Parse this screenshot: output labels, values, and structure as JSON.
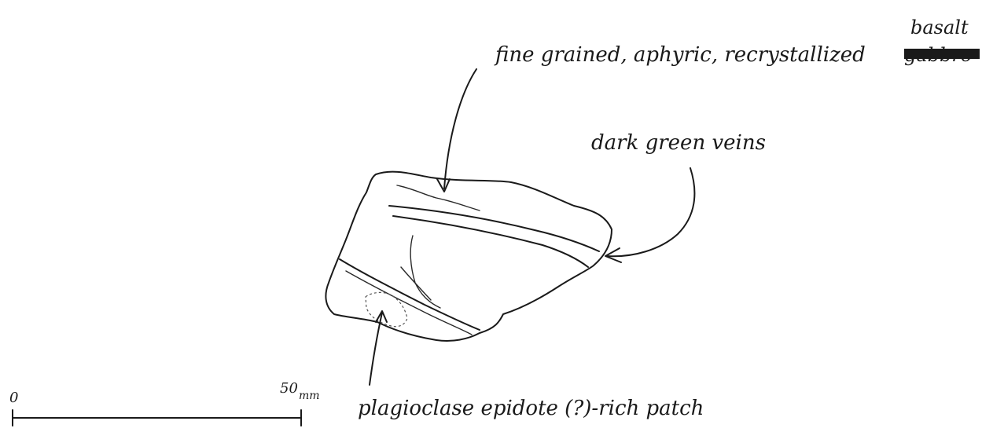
{
  "annotations": {
    "texture": "fine grained, aphyric, recrystallized",
    "rock_type": "basalt",
    "rock_type_struck": "gabbro",
    "veins": "dark green veins",
    "patch": "plagioclase epidote (?)-rich patch"
  },
  "scale_bar": {
    "start_label": "0",
    "end_label": "50",
    "unit": "mm"
  },
  "icons": {
    "specimen": "rock-outline-icon",
    "arrows": "hand-drawn-arrow-icon"
  }
}
